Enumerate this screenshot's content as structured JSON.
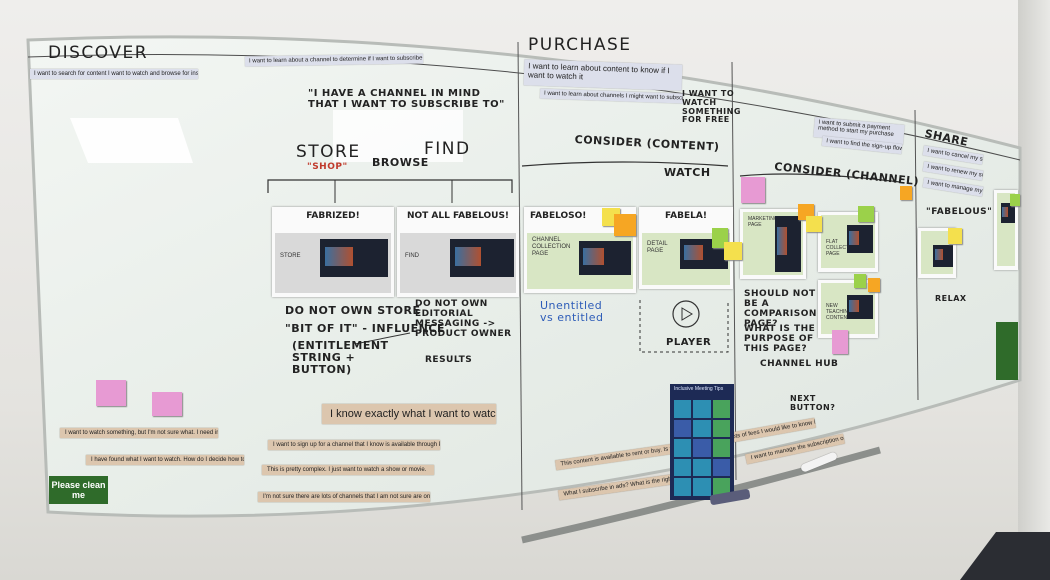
{
  "sections": {
    "discover": "DISCOVER",
    "purchase": "PURCHASE",
    "consider_content": "CONSIDER (CONTENT)",
    "watch": "WATCH",
    "consider_channel": "CONSIDER (CHANNEL)",
    "share": "SHARE"
  },
  "strips": {
    "discover_search": "I want to search for content I want to watch and browse for inspiration",
    "learn_channel_subscribe": "I want to learn about a channel to determine if I want to subscribe",
    "learn_content_watch": "I want to learn about content to know if I want to watch it",
    "learn_channels_subscribe": "I want to learn about channels I might want to subscribe to",
    "signup_payment": "I want to submit a payment method to start my purchase",
    "signup_flow": "I want to find the sign-up flow to finishing the purchase",
    "unsubscribe": "I want to cancel my subscription",
    "renew": "I want to renew my subscription to watch",
    "manage": "I want to manage my subscription"
  },
  "handwriting": {
    "channel_in_mind": "\"I HAVE A CHANNEL IN MIND THAT I WANT TO SUBSCRIBE TO\"",
    "store": "STORE",
    "shop": "\"SHOP\"",
    "browse": "BROWSE",
    "find": "FIND",
    "want_watch": "I WANT TO WATCH SOMETHING FOR FREE",
    "do_not_own_store": "DO NOT OWN STORE",
    "bit_of_it": "\"BIT OF IT\" - INFLUENCE",
    "entitlement": "(ENTITLEMENT STRING + BUTTON)",
    "do_not_own_editorial": "DO NOT OWN EDITORIAL MESSAGING -> PRODUCT OWNER",
    "results": "RESULTS",
    "unentitled": "Unentitled vs entitled",
    "player": "PLAYER",
    "should_not_be": "SHOULD NOT BE A COMPARISON PAGE?",
    "what_purpose": "WHAT IS THE PURPOSE OF THIS PAGE?",
    "channel_hub": "CHANNEL HUB",
    "next_button": "NEXT BUTTON?",
    "fabelous_share": "\"FABELOUS\"",
    "relax": "RELAX"
  },
  "cards": [
    {
      "title": "FABRIZED!",
      "label": "STORE"
    },
    {
      "title": "NOT ALL FABELOUS!",
      "label": "FIND"
    },
    {
      "title": "FABELOSO!",
      "label": "CHANNEL COLLECTION PAGE"
    },
    {
      "title": "FABELA!",
      "label": "DETAIL PAGE"
    },
    {
      "title": "",
      "label": "MARKETING PAGE"
    },
    {
      "title": "",
      "label": "FLAT COLLECTION PAGE"
    },
    {
      "title": "",
      "label": "NEW TEACHING CONTENT"
    },
    {
      "title": "",
      "label": ""
    },
    {
      "title": "",
      "label": ""
    }
  ],
  "tan_notes": {
    "know_exactly": "I know exactly what I want to watch.",
    "want_something": "I want to watch something, but I'm not sure what. I need inspiration.",
    "found_what": "I have found what I want to watch. How do I decide how to watch it?",
    "sign_up": "I want to sign up for a channel that I know is available through Prime Video",
    "pretty_complex": "This is pretty complex. I just want to watch a show or movie.",
    "not_sure_channel": "I'm not sure there are lots of channels that I am not sure are on Prime Video",
    "rent_buy": "This content is available to rent or buy. Is that what I want?",
    "fees": "There are lots of fees I would like to know before I subscribe",
    "subscribe_ads": "What I subscribe in ads? What is the right price?",
    "manage_now": "I want to manage the subscription on other devices"
  },
  "poster": {
    "title": "Inclusive Meeting Tips"
  },
  "sign": {
    "clean": "Please clean me"
  },
  "colors": {
    "board": "#eef2ee",
    "strip": "#dcdfeb",
    "tan": "#dcc6ae",
    "card_body": "#d8e6c4",
    "sticky_pink": "#e79ad3",
    "sticky_orange": "#f6a623",
    "sticky_yellow": "#f4e04d",
    "sticky_green": "#9bd14a",
    "sign_green": "#2f6b2a"
  }
}
